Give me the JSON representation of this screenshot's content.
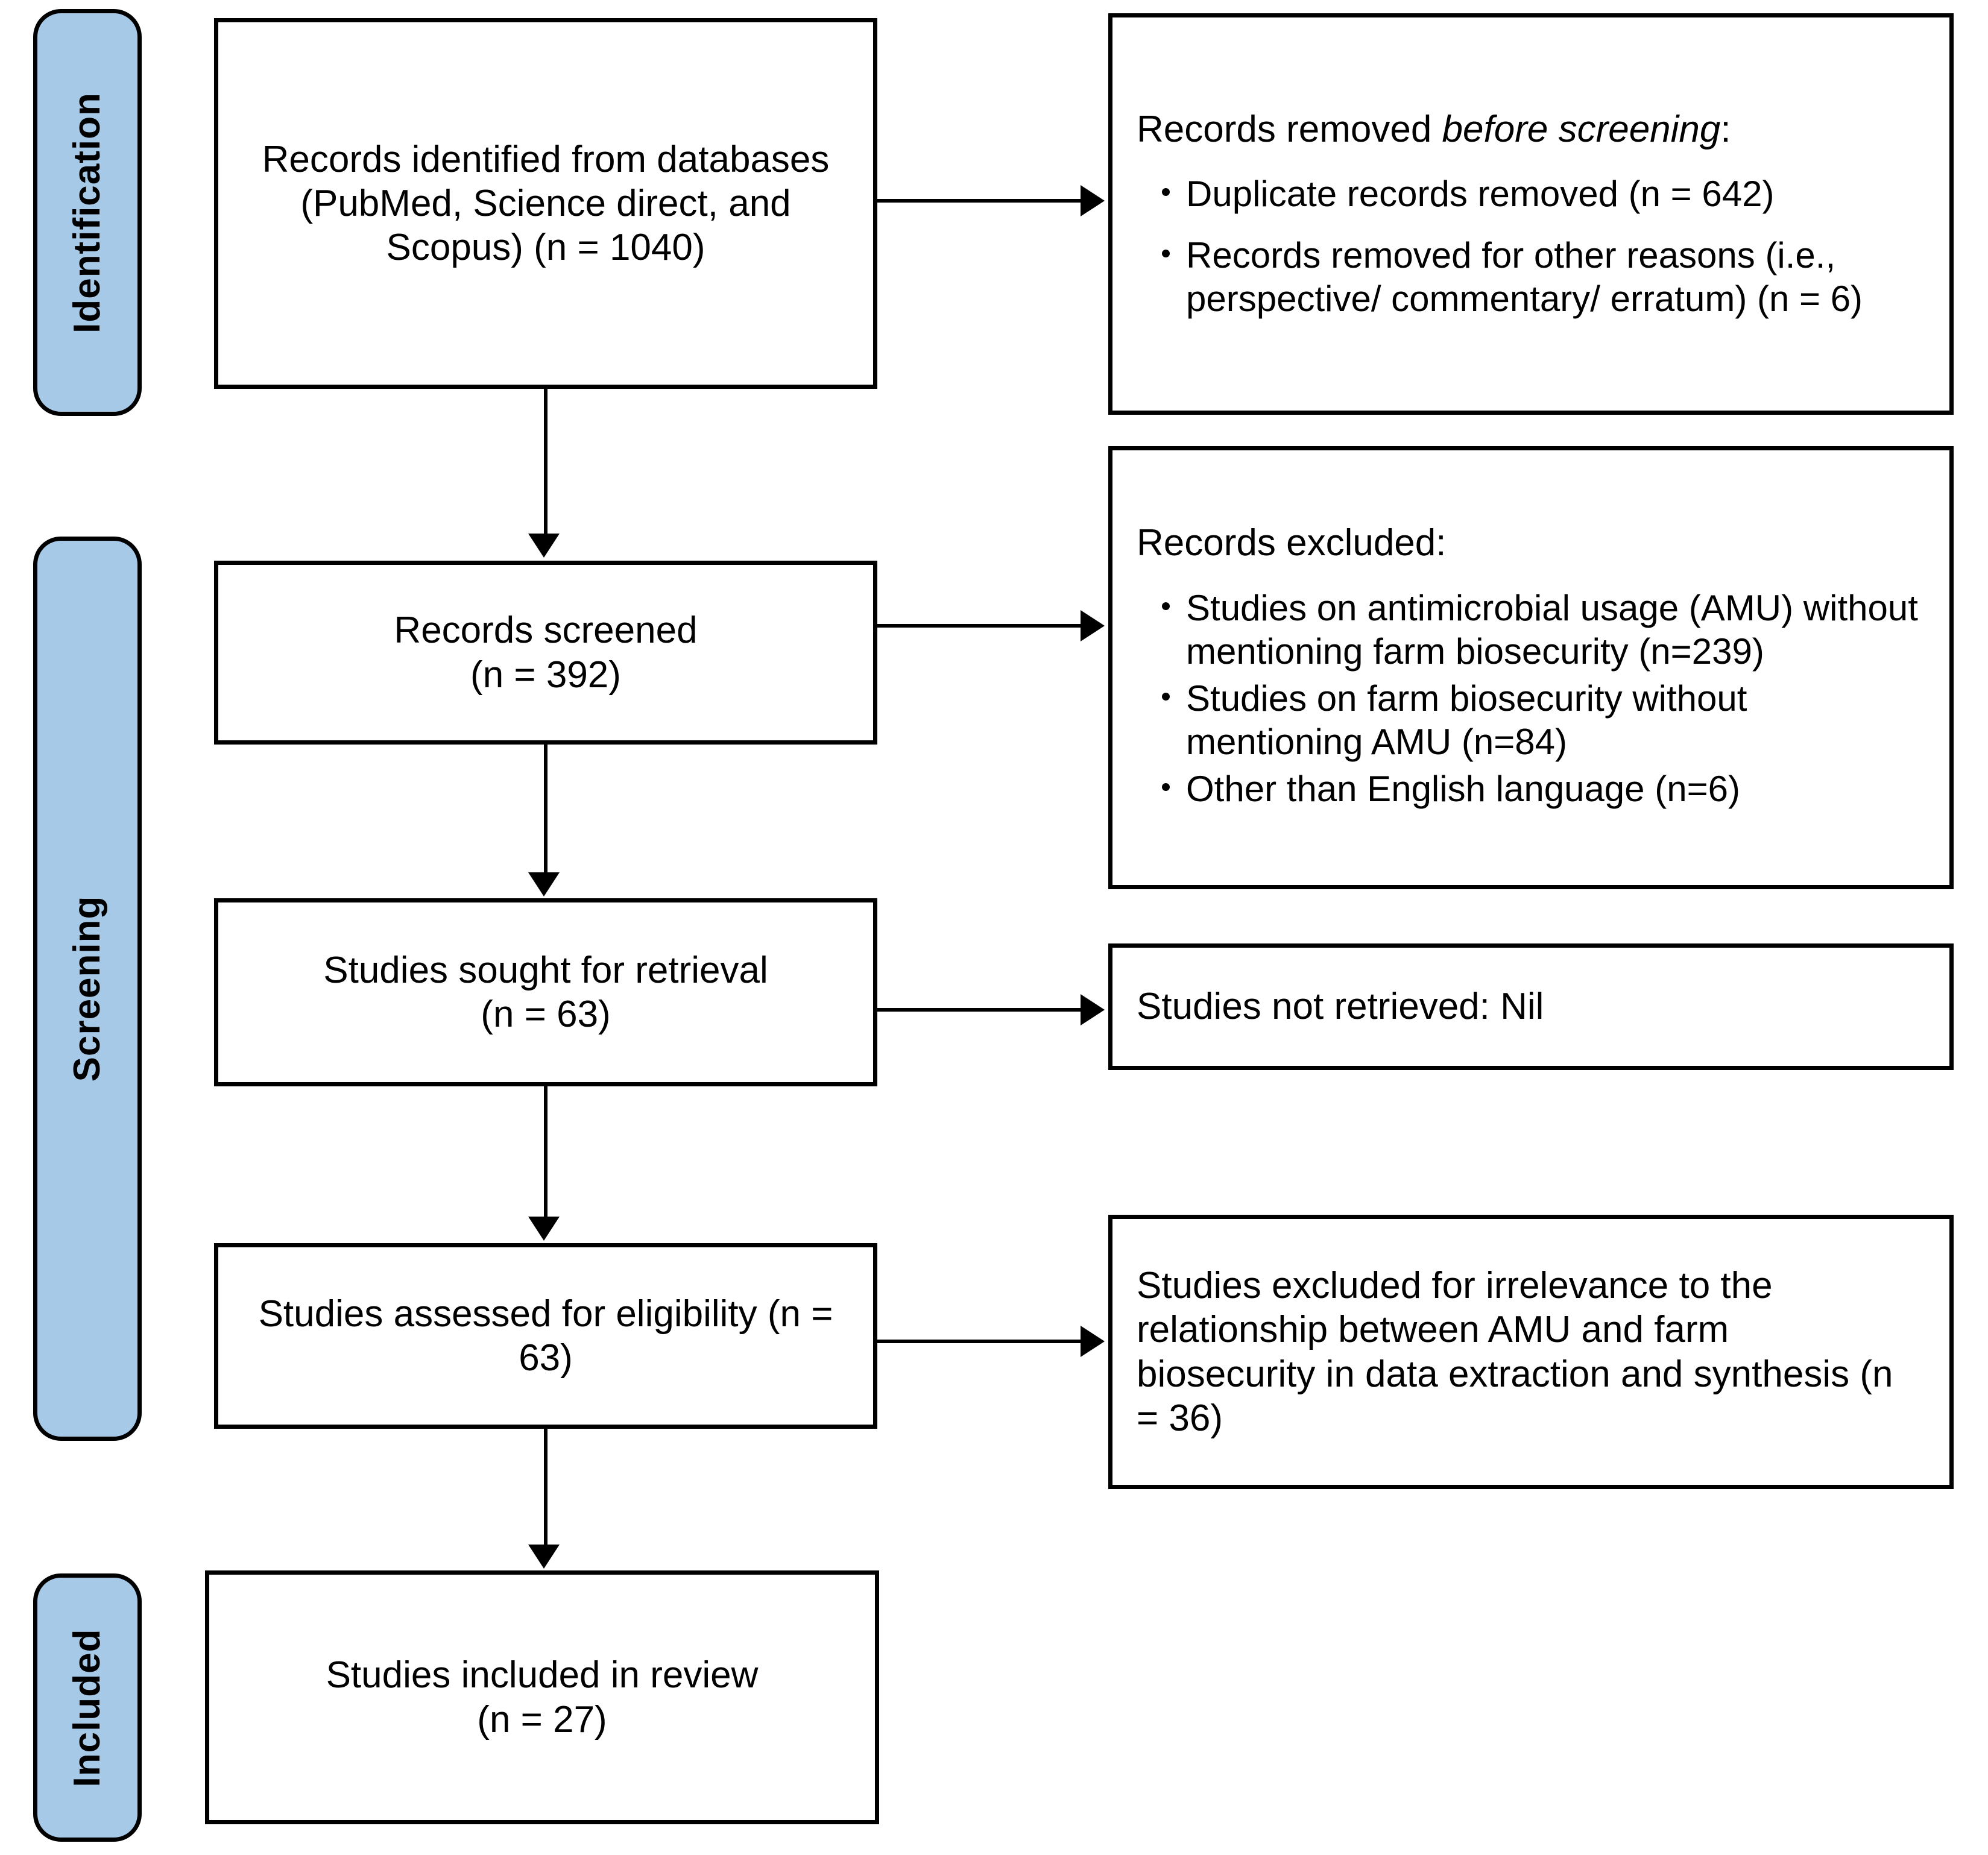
{
  "diagram": {
    "title": "PRISMA flow diagram",
    "accent_color": "#a7c9e8",
    "border_color": "#000000",
    "background_color": "#ffffff"
  },
  "phases": [
    {
      "id": "identification",
      "label": "Identification"
    },
    {
      "id": "screening",
      "label": "Screening"
    },
    {
      "id": "included",
      "label": "Included"
    }
  ],
  "flow_boxes": [
    {
      "id": "records-identified",
      "text": "Records identified from databases (PubMed, Science direct, and Scopus) (n = 1040)",
      "count": 1040
    },
    {
      "id": "records-screened",
      "line1": "Records screened",
      "line2": "(n = 392)",
      "count": 392
    },
    {
      "id": "studies-sought",
      "line1": "Studies sought for retrieval",
      "line2": "(n = 63)",
      "count": 63
    },
    {
      "id": "studies-assessed",
      "text": "Studies assessed for eligibility (n = 63)",
      "count": 63
    },
    {
      "id": "studies-included",
      "line1": "Studies included in review",
      "line2": "(n = 27)",
      "count": 27
    }
  ],
  "side_boxes": {
    "records_removed": {
      "heading_prefix": "Records removed ",
      "heading_emphasis": "before screening",
      "heading_suffix": ":",
      "bullets": [
        "Duplicate records removed (n = 642)",
        "Records removed for other reasons (i.e., perspective/ commentary/ erratum)  (n = 6)"
      ],
      "counts": [
        642,
        6
      ]
    },
    "records_excluded": {
      "heading": "Records excluded:",
      "bullets": [
        "Studies on antimicrobial usage (AMU) without mentioning farm biosecurity (n=239)",
        "Studies on farm biosecurity without mentioning AMU (n=84)",
        "Other than English language (n=6)"
      ],
      "counts": [
        239,
        84,
        6
      ]
    },
    "studies_not_retrieved": {
      "text": "Studies not retrieved: Nil"
    },
    "studies_excluded_irrelevance": {
      "text": "Studies excluded for irrelevance to the relationship between AMU and farm biosecurity in data extraction and synthesis (n = 36)",
      "count": 36
    }
  }
}
